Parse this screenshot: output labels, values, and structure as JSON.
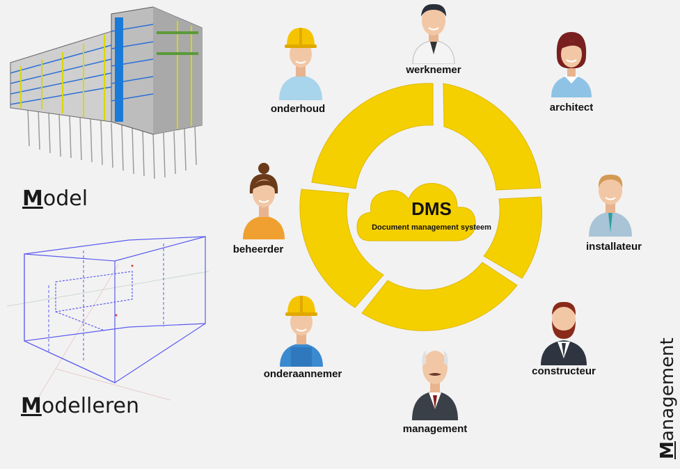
{
  "captions": {
    "model_first": "M",
    "model_rest": "odel",
    "modelleren_first": "M",
    "modelleren_rest": "odelleren",
    "management_first": "M",
    "management_rest": "anagement"
  },
  "center": {
    "title": "DMS",
    "subtitle": "Document management systeem"
  },
  "roles": {
    "werknemer": "werknemer",
    "architect": "architect",
    "installateur": "installateur",
    "constructeur": "constructeur",
    "management": "management",
    "onderaannemer": "onderaannemer",
    "beheerder": "beheerder",
    "onderhoud": "onderhoud"
  },
  "colors": {
    "ring": "#f5d000",
    "ring_stroke": "#e0b800",
    "background": "#f2f2f2",
    "cloud": "#f5d000"
  }
}
